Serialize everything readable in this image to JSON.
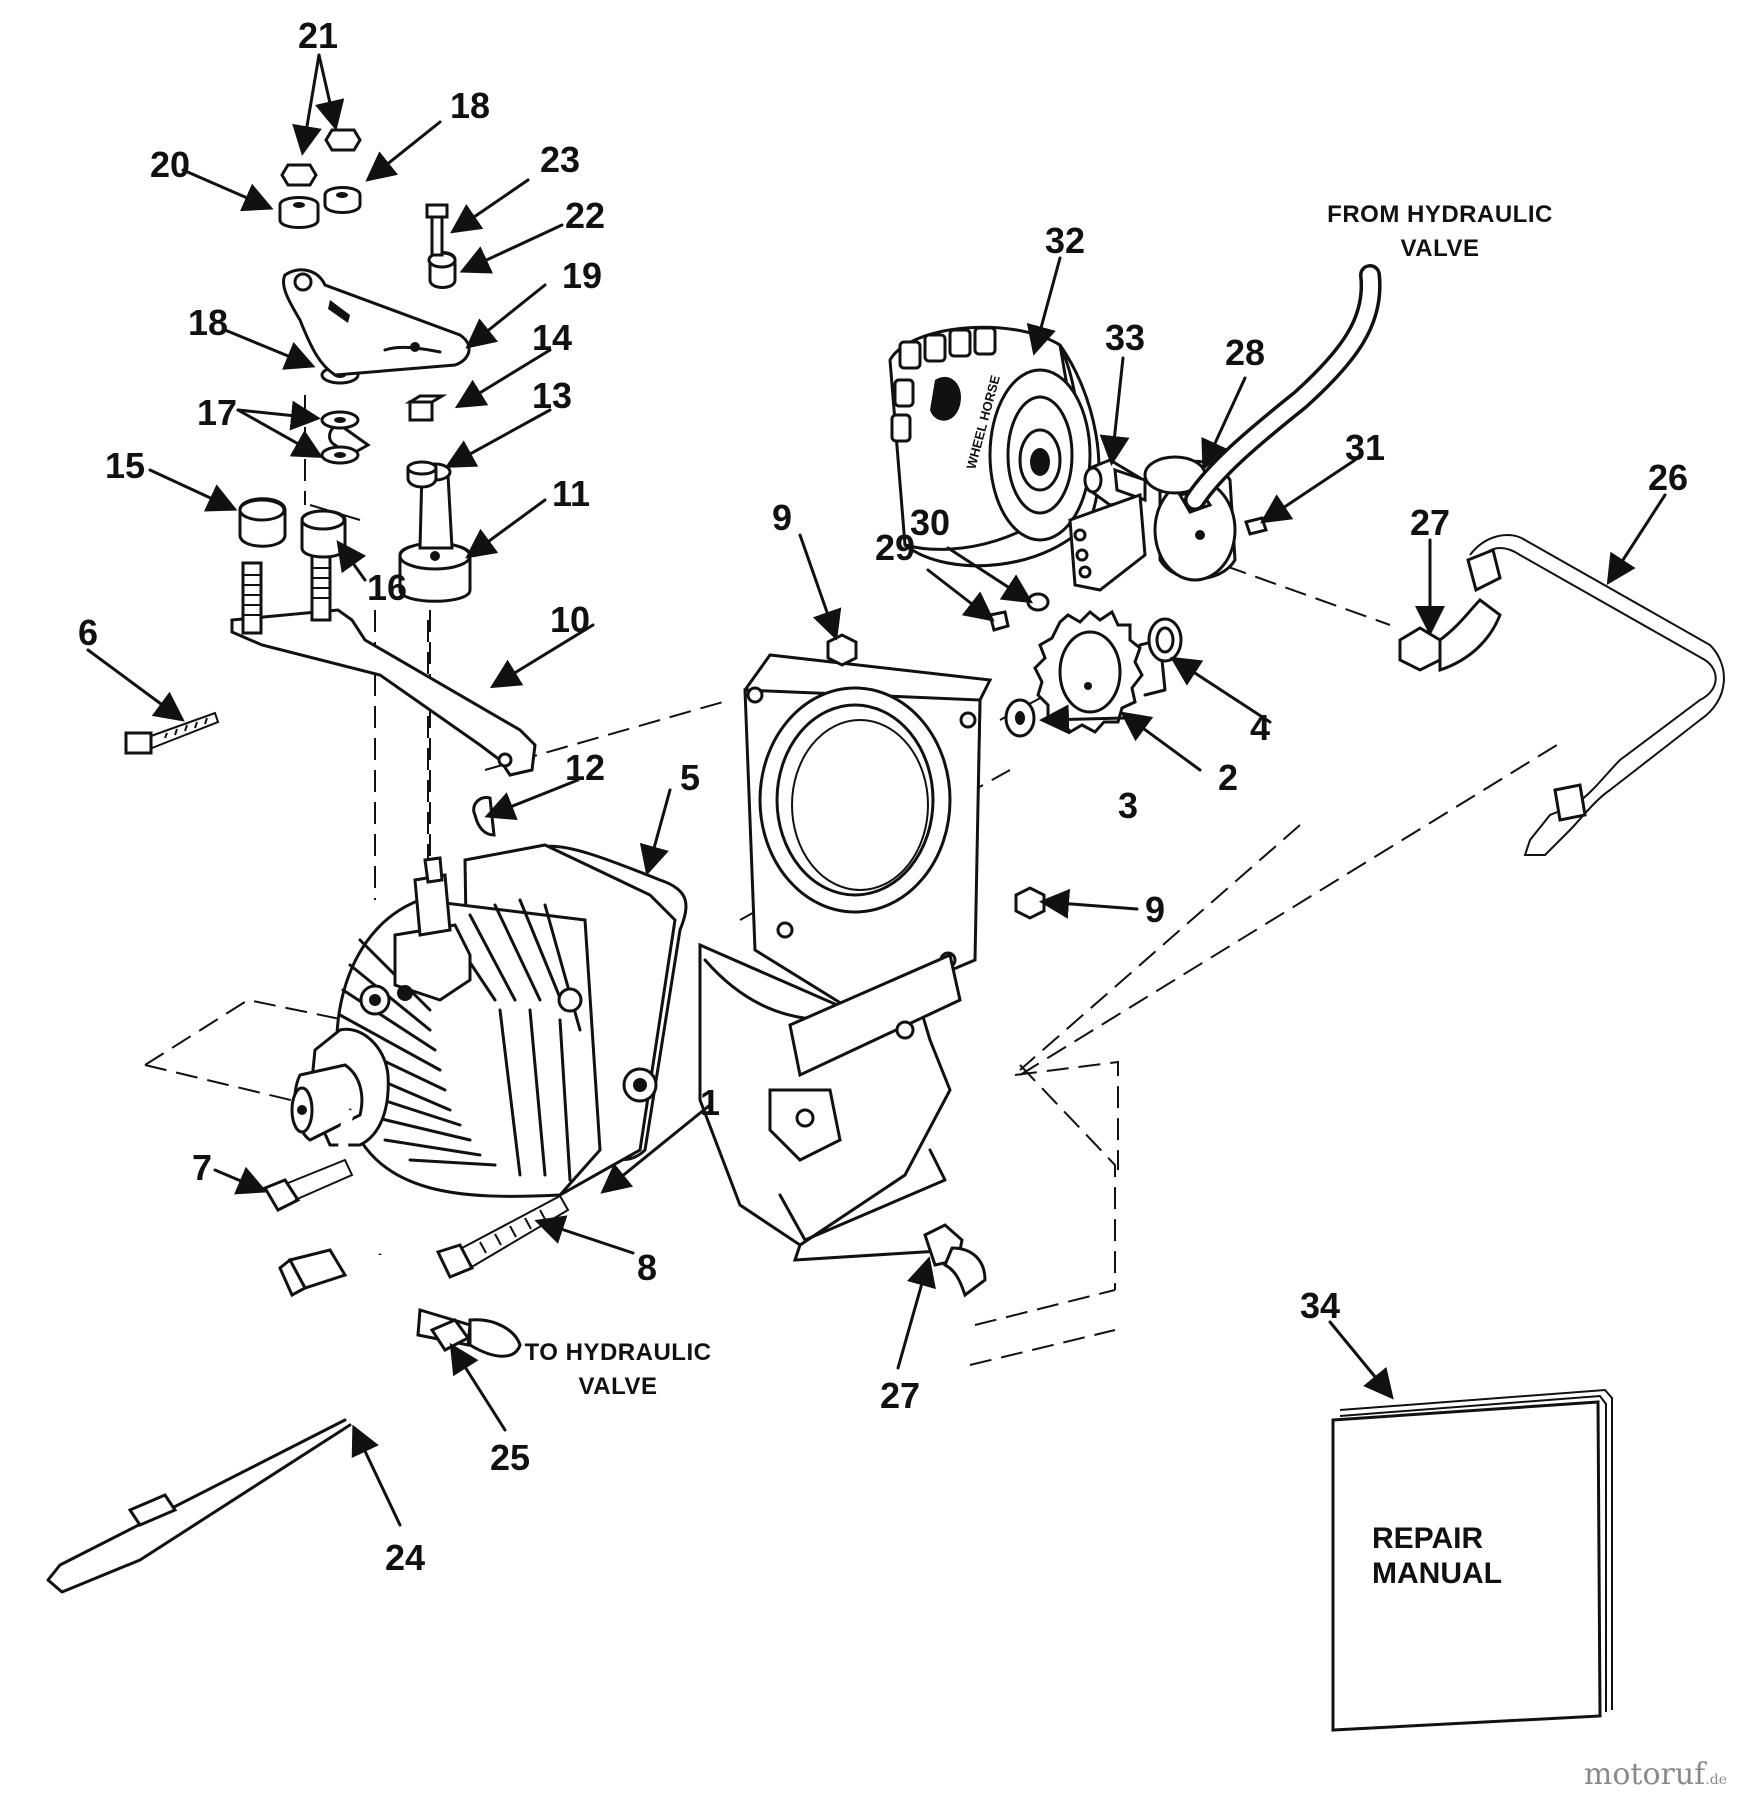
{
  "diagram": {
    "callouts": [
      "1",
      "2",
      "3",
      "4",
      "5",
      "6",
      "7",
      "8",
      "9",
      "9",
      "10",
      "11",
      "12",
      "13",
      "14",
      "15",
      "16",
      "17",
      "18",
      "18",
      "19",
      "20",
      "21",
      "22",
      "23",
      "24",
      "25",
      "26",
      "27",
      "27",
      "28",
      "29",
      "30",
      "31",
      "32",
      "33",
      "34"
    ],
    "captions": {
      "from_valve_line1": "FROM HYDRAULIC",
      "from_valve_line2": "VALVE",
      "to_valve_line1": "TO HYDRAULIC",
      "to_valve_line2": "VALVE"
    },
    "manual": {
      "line1": "REPAIR",
      "line2": "MANUAL"
    },
    "filter_brand": "WHEEL HORSE"
  },
  "watermark": {
    "site": "motoruf",
    "tld": ".de"
  }
}
